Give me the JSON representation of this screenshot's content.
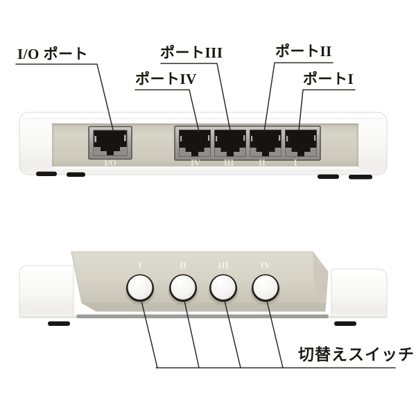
{
  "figure": {
    "description_visible_text_only": true,
    "rear_view": {
      "callouts": {
        "io": "I/O ポート",
        "p3": "ポートIII",
        "p4": "ポートIV",
        "p2": "ポートII",
        "p1": "ポートI"
      },
      "port_markings": {
        "io": "I/O",
        "p4": "IV",
        "p3": "III",
        "p2": "II",
        "p1": "I"
      }
    },
    "front_view": {
      "button_markings": {
        "b1": "I",
        "b2": "II",
        "b3": "III",
        "b4": "IV"
      },
      "callout_switch": "切替えスイッチ"
    }
  },
  "colors": {
    "background": "#ffffff",
    "body_white": "#f8f8f7",
    "panel_beige": "#d2cfc2",
    "panel_beige_dark": "#c3c0b2",
    "metal_frame": "#b4b3af",
    "port_black": "#151412",
    "leader_line": "#2a2a28",
    "marking_light": "#e9e7dc",
    "button_ring": "#23211e",
    "button_face": "#f7f6f2"
  }
}
